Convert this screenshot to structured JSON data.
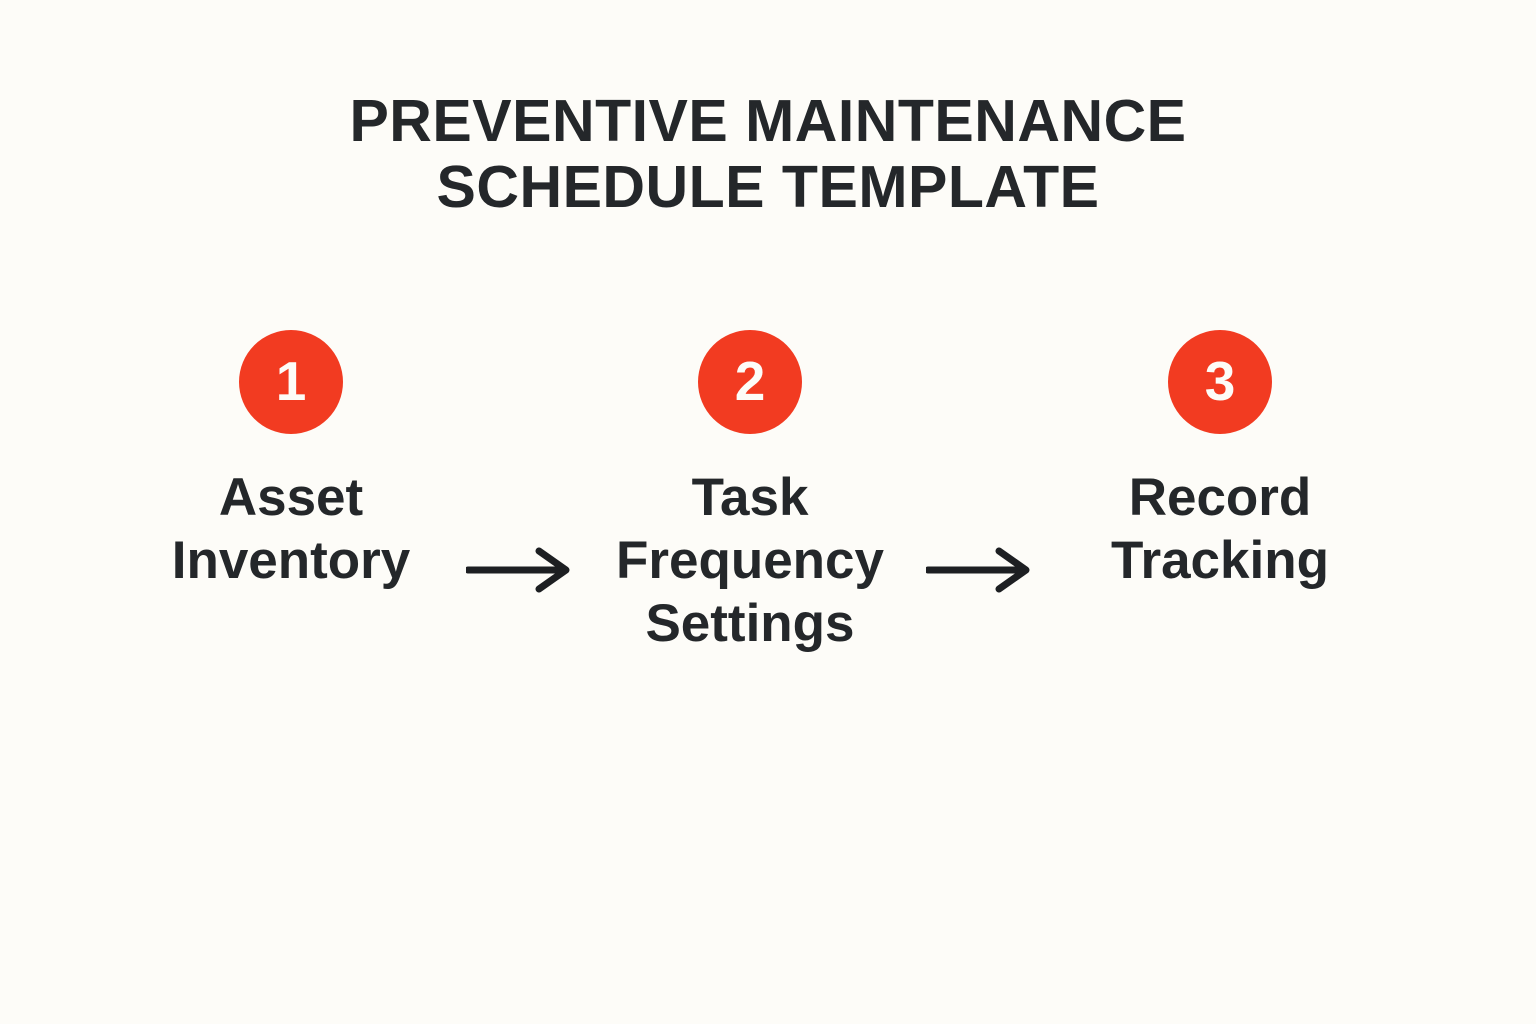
{
  "page": {
    "background_color": "#fdfcf8",
    "text_color": "#24272a",
    "accent_color": "#f23b21",
    "badge_text_color": "#fdfcf8"
  },
  "title": {
    "line1": "PREVENTIVE MAINTENANCE",
    "line2": "SCHEDULE TEMPLATE",
    "full": "PREVENTIVE MAINTENANCE SCHEDULE TEMPLATE"
  },
  "steps": [
    {
      "number": "1",
      "label": "Asset Inventory",
      "label_lines": [
        "Asset",
        "Inventory"
      ]
    },
    {
      "number": "2",
      "label": "Task Frequency Settings",
      "label_lines": [
        "Task",
        "Frequency",
        "Settings"
      ]
    },
    {
      "number": "3",
      "label": "Record Tracking",
      "label_lines": [
        "Record",
        "Tracking"
      ]
    }
  ],
  "connectors": [
    {
      "icon": "arrow-right-icon",
      "from": "1",
      "to": "2"
    },
    {
      "icon": "arrow-right-icon",
      "from": "2",
      "to": "3"
    }
  ]
}
